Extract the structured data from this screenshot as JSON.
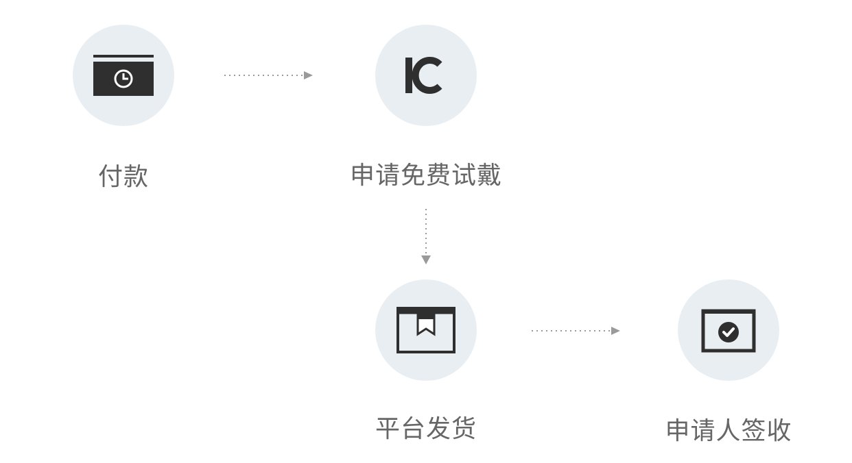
{
  "steps": [
    {
      "label": "付款",
      "icon": "payment-card-icon"
    },
    {
      "label": "申请免费试戴",
      "icon": "trial-c-icon"
    },
    {
      "label": "平台发货",
      "icon": "package-box-icon"
    },
    {
      "label": "申请人签收",
      "icon": "check-box-icon"
    }
  ],
  "colors": {
    "circle": "#e9eef2",
    "icon": "#2f2f2f",
    "label": "#666666",
    "arrow": "#9a9a9a"
  }
}
